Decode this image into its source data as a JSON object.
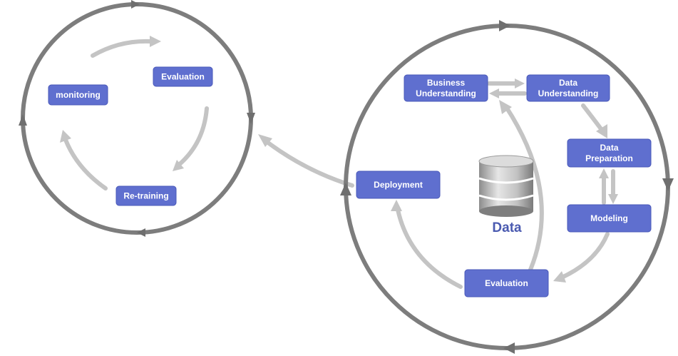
{
  "monitoring_cycle": {
    "nodes": {
      "monitoring": "monitoring",
      "evaluation": "Evaluation",
      "retraining": "Re-training"
    }
  },
  "crisp_dm_cycle": {
    "nodes": {
      "business_understanding": [
        "Business",
        "Understanding"
      ],
      "data_understanding": [
        "Data",
        "Understanding"
      ],
      "data_preparation": [
        "Data",
        "Preparation"
      ],
      "modeling": "Modeling",
      "evaluation": "Evaluation",
      "deployment": "Deployment"
    },
    "center_label": "Data"
  },
  "colors": {
    "node_fill": "#5f6fcf",
    "ring_stroke": "#7d7d7d",
    "flow_arrow": "#c4c4c4",
    "data_label": "#4a5ab0"
  }
}
